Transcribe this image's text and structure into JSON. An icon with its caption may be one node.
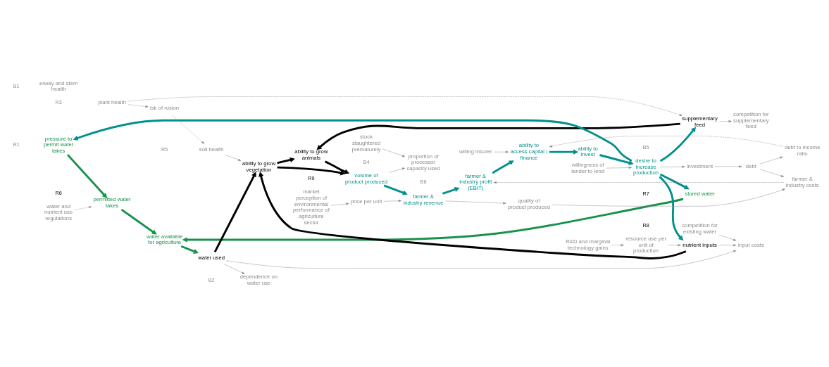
{
  "diagram": {
    "nodes": [
      {
        "text": [
          "pressure to permit water takes"
        ]
      },
      {
        "text": [
          "permitted water takes"
        ]
      },
      {
        "text": [
          "water available for agriculture"
        ]
      },
      {
        "text": [
          "stored water"
        ]
      },
      {
        "text": [
          "water used"
        ]
      },
      {
        "text": [
          "nutrient inputs"
        ]
      },
      {
        "text": [
          "ability to grow vegetation"
        ]
      },
      {
        "text": [
          "supplementary feed"
        ]
      },
      {
        "text": [
          "ability to grow animals"
        ]
      },
      {
        "text": [
          "volume of product produced"
        ]
      },
      {
        "text": [
          "farmer & industry revenue"
        ]
      },
      {
        "text": [
          "farmer & industry profit (EBIT)"
        ]
      },
      {
        "text": [
          "ability to access capital / finance"
        ]
      },
      {
        "text": [
          "ability to invest"
        ]
      },
      {
        "text": [
          "desire to increase production"
        ]
      },
      {
        "text": [
          "erway and stem health"
        ]
      },
      {
        "text": [
          "water and nutrient use regulations"
        ]
      },
      {
        "text": [
          "resource use per unit of production"
        ]
      },
      {
        "text": [
          "R&D and marginal technology gains"
        ]
      },
      {
        "text": [
          "willingness of lender to lend"
        ]
      },
      {
        "text": [
          "market perception of environmental performance of agriculture sector"
        ]
      },
      {
        "text": [
          "dependence on water use"
        ]
      },
      {
        "text": [
          "input costs"
        ]
      },
      {
        "text": [
          "competition for existing water"
        ]
      },
      {
        "text": [
          "soil health"
        ]
      },
      {
        "text": [
          "plant health"
        ]
      },
      {
        "text": [
          "isk of rosion"
        ]
      },
      {
        "text": [
          "competition for supplementary feed"
        ]
      },
      {
        "text": [
          "price per unit"
        ]
      },
      {
        "text": [
          "investment"
        ]
      },
      {
        "text": [
          "debt"
        ]
      },
      {
        "text": [
          "debt to income ratio"
        ]
      },
      {
        "text": [
          "quality of product produced"
        ]
      },
      {
        "text": [
          "proportion of processor capacity used"
        ]
      },
      {
        "text": [
          "stock slaughtered prematurely"
        ]
      },
      {
        "text": [
          "farmer & industry costs"
        ]
      },
      {
        "text": [
          "willing insurer"
        ]
      }
    ],
    "edges": [
      {
        "from": 14,
        "to": 0,
        "arrow": "to",
        "style": "thick",
        "color": "#00918e"
      },
      {
        "from": 0,
        "to": 1,
        "arrow": "to",
        "style": "thick",
        "color": "#17924a"
      },
      {
        "from": 1,
        "to": 2,
        "arrow": "to",
        "style": "thick",
        "color": "#17924a"
      },
      {
        "from": 3,
        "to": 2,
        "arrow": "to",
        "style": "thick",
        "color": "#17924a"
      },
      {
        "from": 2,
        "to": 4,
        "arrow": "to",
        "style": "thick",
        "color": "#17924a"
      },
      {
        "from": 14,
        "to": 3,
        "arrow": "to",
        "style": "thick",
        "color": "#00918e"
      },
      {
        "from": 14,
        "to": 5,
        "arrow": "to",
        "style": "thick",
        "color": "#00918e"
      },
      {
        "from": 14,
        "to": 7,
        "arrow": "to",
        "style": "thick",
        "color": "#00918e"
      },
      {
        "from": 4,
        "to": 6,
        "arrow": "to",
        "style": "thick",
        "color": "#000000"
      },
      {
        "from": 5,
        "to": 6,
        "arrow": "to",
        "style": "thick",
        "color": "#000000"
      },
      {
        "from": 6,
        "to": 8,
        "arrow": "to",
        "style": "thick",
        "color": "#000000"
      },
      {
        "from": 7,
        "to": 8,
        "arrow": "to",
        "style": "thick",
        "color": "#000000"
      },
      {
        "from": 6,
        "to": 9,
        "arrow": "to",
        "style": "thick",
        "color": "#000000"
      },
      {
        "from": 8,
        "to": 9,
        "arrow": "to",
        "style": "thick",
        "color": "#000000"
      },
      {
        "from": 9,
        "to": 10,
        "arrow": "to",
        "style": "thick",
        "color": "#00918e"
      },
      {
        "from": 10,
        "to": 11,
        "arrow": "to",
        "style": "thick",
        "color": "#00918e"
      },
      {
        "from": 11,
        "to": 12,
        "arrow": "to",
        "style": "thick",
        "color": "#00918e"
      },
      {
        "from": 12,
        "to": 13,
        "arrow": "to",
        "style": "thick",
        "color": "#00918e"
      },
      {
        "from": 13,
        "to": 14,
        "arrow": "to",
        "style": "thick",
        "color": "#00918e"
      },
      {
        "from": 16,
        "to": 1,
        "arrow": "to",
        "style": "dashed"
      },
      {
        "from": 4,
        "to": 21,
        "arrow": "to"
      },
      {
        "from": 4,
        "to": 22,
        "arrow": "to"
      },
      {
        "from": 5,
        "to": 22,
        "arrow": "to"
      },
      {
        "from": 23,
        "to": 22,
        "arrow": "to"
      },
      {
        "from": 24,
        "to": 6,
        "arrow": "to"
      },
      {
        "from": 25,
        "to": 7,
        "arrow": "to",
        "style": "dashed"
      },
      {
        "from": 7,
        "to": 27,
        "arrow": "to"
      },
      {
        "from": 17,
        "to": 5,
        "arrow": "to"
      },
      {
        "from": 18,
        "to": 17,
        "arrow": "to",
        "style": "dashed"
      },
      {
        "from": 20,
        "to": 28,
        "arrow": "to"
      },
      {
        "from": 28,
        "to": 10,
        "arrow": "to"
      },
      {
        "from": 10,
        "to": 32,
        "arrow": "to"
      },
      {
        "from": 9,
        "to": 33,
        "arrow": "to"
      },
      {
        "from": 34,
        "to": 33,
        "arrow": "to"
      },
      {
        "from": 14,
        "to": 29,
        "arrow": "to"
      },
      {
        "from": 29,
        "to": 30,
        "arrow": "to"
      },
      {
        "from": 30,
        "to": 31,
        "arrow": "to"
      },
      {
        "from": 31,
        "to": 12,
        "arrow": "to",
        "style": "dashed"
      },
      {
        "from": 35,
        "to": 11,
        "arrow": "to",
        "style": "dashed"
      },
      {
        "from": 32,
        "to": 35,
        "arrow": "to"
      },
      {
        "from": 30,
        "to": 35,
        "arrow": "to"
      },
      {
        "from": 36,
        "to": 12,
        "arrow": "to"
      },
      {
        "from": 19,
        "to": 14,
        "arrow": "to"
      },
      {
        "from": 25,
        "to": 26,
        "arrow": "to",
        "style": "dashed"
      },
      {
        "from": 26,
        "to": 24,
        "arrow": "to",
        "style": "dashed"
      }
    ],
    "labels": [
      "R6",
      "B1",
      "R1",
      "R7",
      "B2",
      "R8",
      "R9",
      "B5",
      "R5",
      "B6",
      "R3",
      "B4"
    ]
  }
}
